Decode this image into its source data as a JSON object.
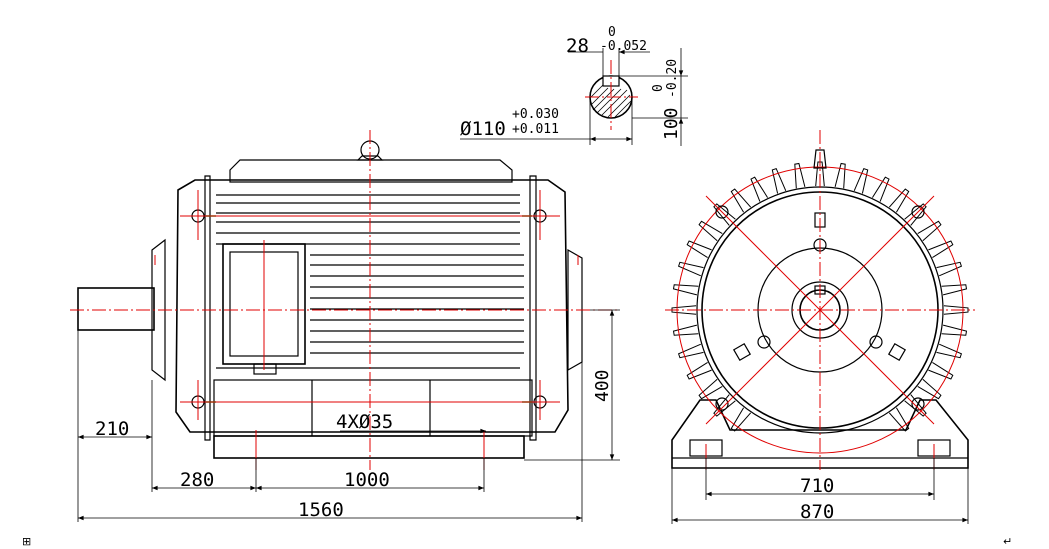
{
  "drawing": {
    "shaft_section": {
      "key_width": "28",
      "key_width_tol_upper": "0",
      "key_width_tol_lower": "-0.052",
      "shaft_dia": "Ø110",
      "shaft_dia_tol_upper": "+0.030",
      "shaft_dia_tol_lower": "+0.011",
      "key_depth": "100",
      "key_depth_tol_upper": "0",
      "key_depth_tol_lower": "-0.20"
    },
    "side_view": {
      "shaft_length": "210",
      "foot_offset": "280",
      "foot_span": "1000",
      "total_length": "1560",
      "center_height": "400",
      "bolt_holes": "4XØ35"
    },
    "end_view": {
      "foot_width": "710",
      "base_width": "870"
    }
  },
  "page": {
    "corner_left_glyph": "⊞",
    "corner_right_glyph": "↵"
  }
}
